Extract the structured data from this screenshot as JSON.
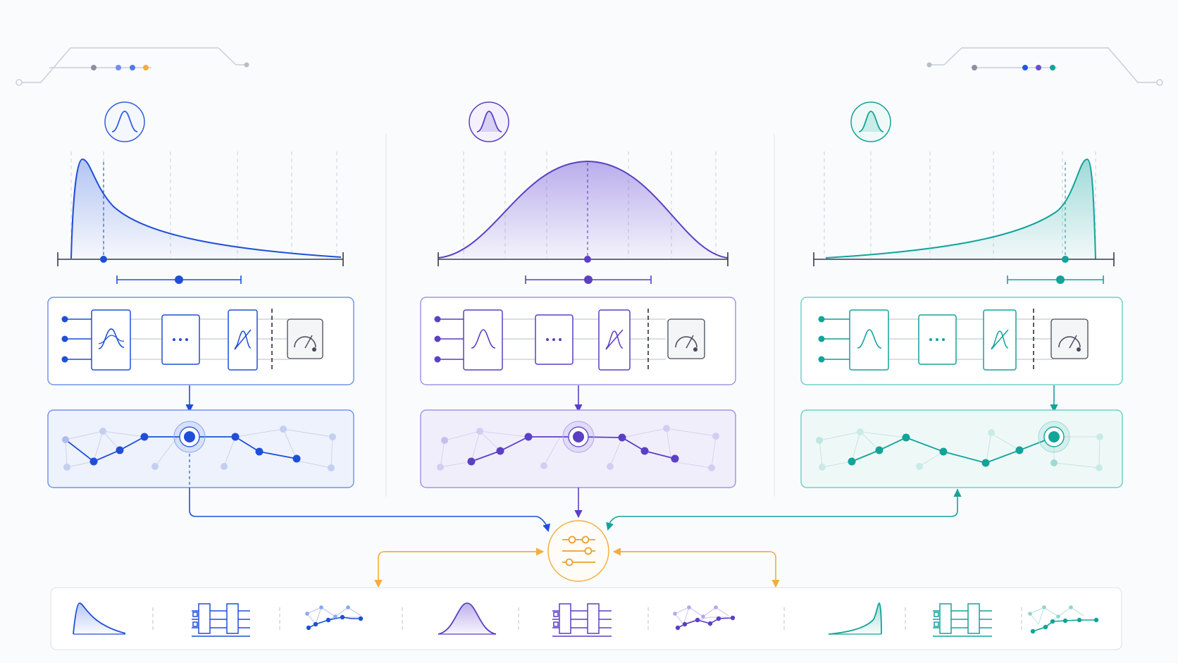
{
  "colors": {
    "left": "#1f4fd8",
    "left_soft": "#6f93ee",
    "center": "#5b3fc4",
    "center_soft": "#a493e6",
    "right": "#12a39a",
    "right_soft": "#6fd1c9",
    "orange": "#f1ae3d",
    "grey": "#9aa0ad",
    "background": "#fafbfd"
  },
  "panels": [
    {
      "id": "left",
      "distribution_shape": "right-skewed",
      "icon": "bell-curve-icon"
    },
    {
      "id": "center",
      "distribution_shape": "symmetric",
      "icon": "bell-curve-icon"
    },
    {
      "id": "right",
      "distribution_shape": "left-skewed",
      "icon": "bell-curve-icon"
    }
  ],
  "circuit_gates": [
    "curve-gate-icon",
    "ellipsis-gate-icon",
    "slashed-gate-icon",
    "measurement-meter-icon"
  ],
  "hub": {
    "icon": "sliders-icon"
  },
  "bottom_strip": {
    "items": [
      "skewed-curve-thumbnail",
      "circuit-thumbnail",
      "network-thumbnail",
      "bell-curve-thumbnail",
      "circuit-thumbnail",
      "network-thumbnail",
      "left-skewed-curve-thumbnail",
      "circuit-thumbnail",
      "network-thumbnail"
    ]
  }
}
